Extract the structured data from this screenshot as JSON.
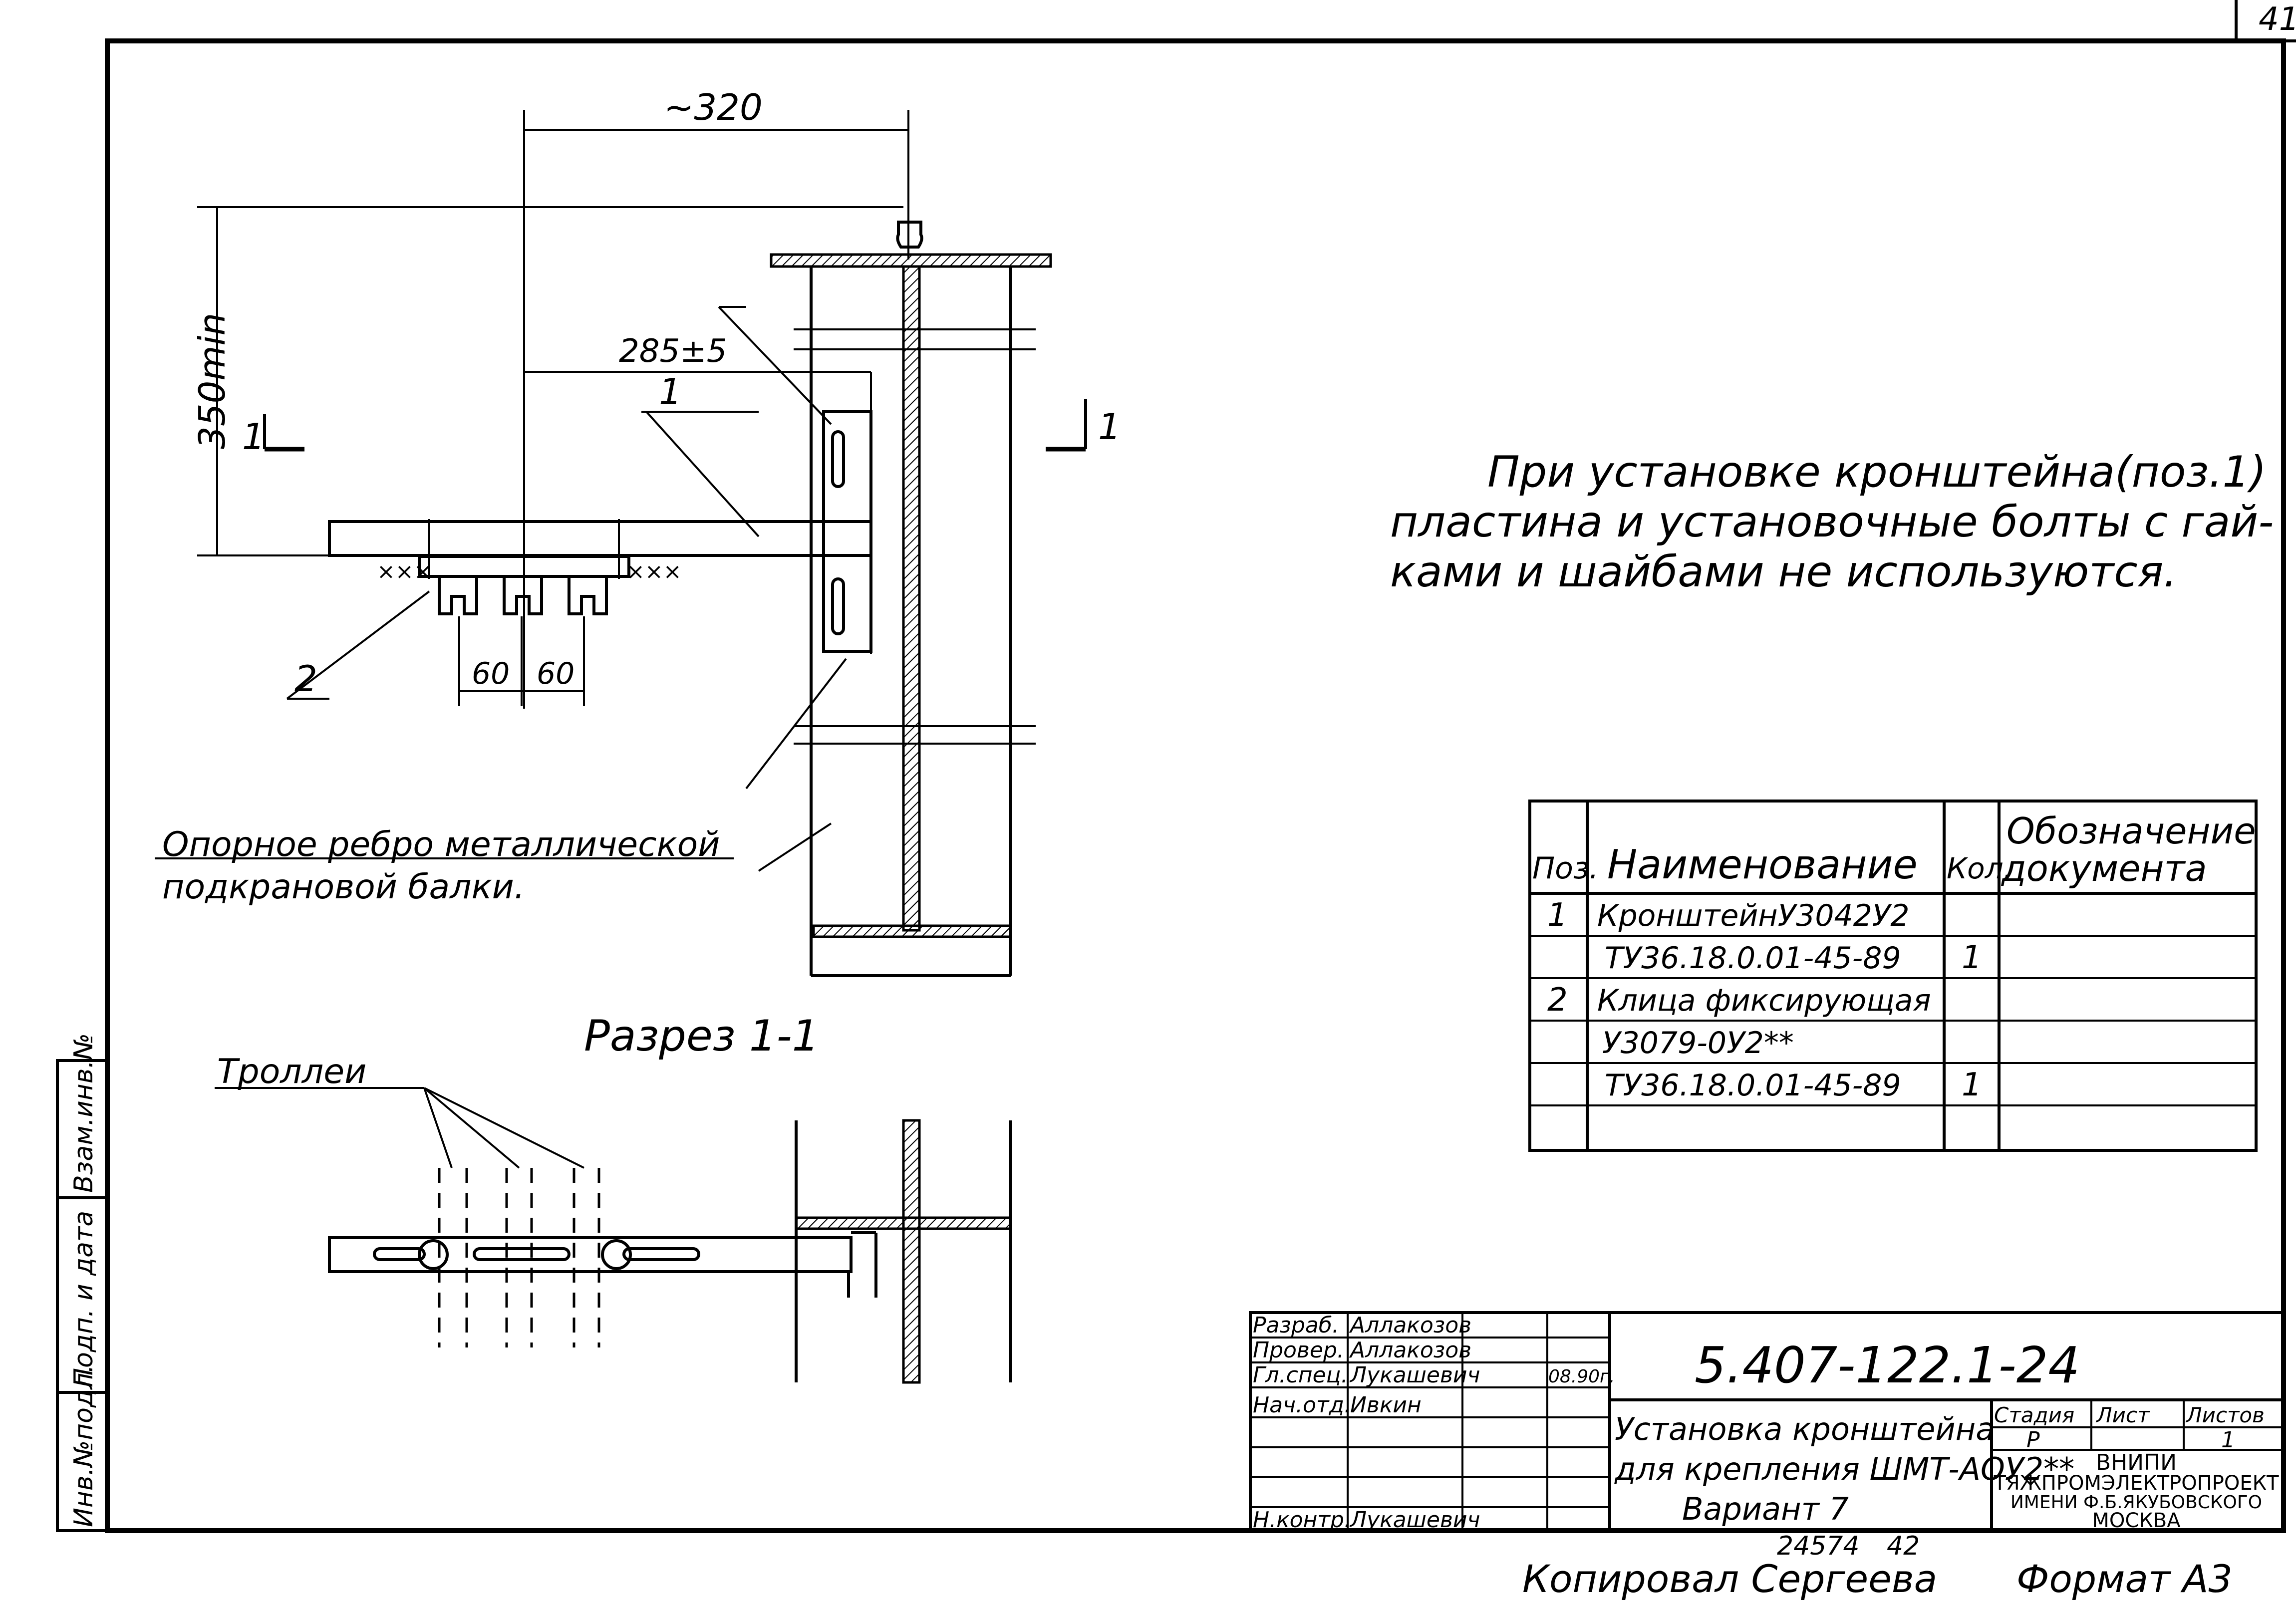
{
  "sheet": {
    "number": "41",
    "format": "Формат А3",
    "copied_by": "Копировал Сергеева",
    "archive_number": "24574",
    "archive_suffix": "42"
  },
  "dimensions": {
    "width_top": "~320",
    "height": "350min",
    "offset": "285±5",
    "spacing_1": "60",
    "spacing_2": "60"
  },
  "callouts": {
    "pos1": "1",
    "pos2": "2",
    "section_mark_left": "1",
    "section_mark_right": "1"
  },
  "notes": {
    "support_rib_line1": "Опорное ребро металлической",
    "support_rib_line2": "подкрановой балки.",
    "trolleys": "Троллеи",
    "section_title": "Разрез 1-1",
    "instruction_line1": "При установке кронштейна(поз.1)",
    "instruction_line2": "пластина и установочные болты с гай-",
    "instruction_line3": "ками и шайбами не используются."
  },
  "spec_table": {
    "headers": {
      "pos": "Поз.",
      "name": "Наименование",
      "qty": "Кол.",
      "doc_line1": "Обозначение",
      "doc_line2": "документа"
    },
    "rows": [
      {
        "pos": "1",
        "name": "КронштейнУ3042У2",
        "qty": "",
        "doc": ""
      },
      {
        "pos": "",
        "name": "ТУ36.18.0.01-45-89",
        "qty": "1",
        "doc": ""
      },
      {
        "pos": "2",
        "name": "Клица фиксирующая",
        "qty": "",
        "doc": ""
      },
      {
        "pos": "",
        "name": "У3079-0У2**",
        "qty": "",
        "doc": ""
      },
      {
        "pos": "",
        "name": "ТУ36.18.0.01-45-89",
        "qty": "1",
        "doc": ""
      },
      {
        "pos": "",
        "name": "",
        "qty": "",
        "doc": ""
      }
    ]
  },
  "title_block": {
    "doc_code": "5.407-122.1-24",
    "title_line1": "Установка кронштейна",
    "title_line2": "для крепления ШМТ-АОУ2**",
    "title_line3": "Вариант 7",
    "stage_label": "Стадия",
    "sheet_label": "Лист",
    "sheets_label": "Листов",
    "stage": "Р",
    "sheet": "",
    "sheets": "1",
    "org_line1": "ВНИПИ",
    "org_line2": "ТЯЖПРОМЭЛЕКТРОПРОЕКТ",
    "org_line3": "ИМЕНИ Ф.Б.ЯКУБОВСКОГО",
    "org_line4": "МОСКВА",
    "roles": [
      {
        "role": "Разраб.",
        "name": "Аллакозов",
        "date": ""
      },
      {
        "role": "Провер.",
        "name": "Аллакозов",
        "date": ""
      },
      {
        "role": "Гл.спец.",
        "name": "Лукашевич",
        "date": "08.90г."
      },
      {
        "role": "Нач.отд.",
        "name": "Ивкин",
        "date": ""
      },
      {
        "role": "",
        "name": "",
        "date": ""
      },
      {
        "role": "",
        "name": "",
        "date": ""
      },
      {
        "role": "Н.контр.",
        "name": "Лукашевич",
        "date": ""
      }
    ]
  },
  "side_stamp": {
    "field1": "Инв.№подл.",
    "field2": "Подп. и дата",
    "field3": "Взам.инв.№"
  }
}
